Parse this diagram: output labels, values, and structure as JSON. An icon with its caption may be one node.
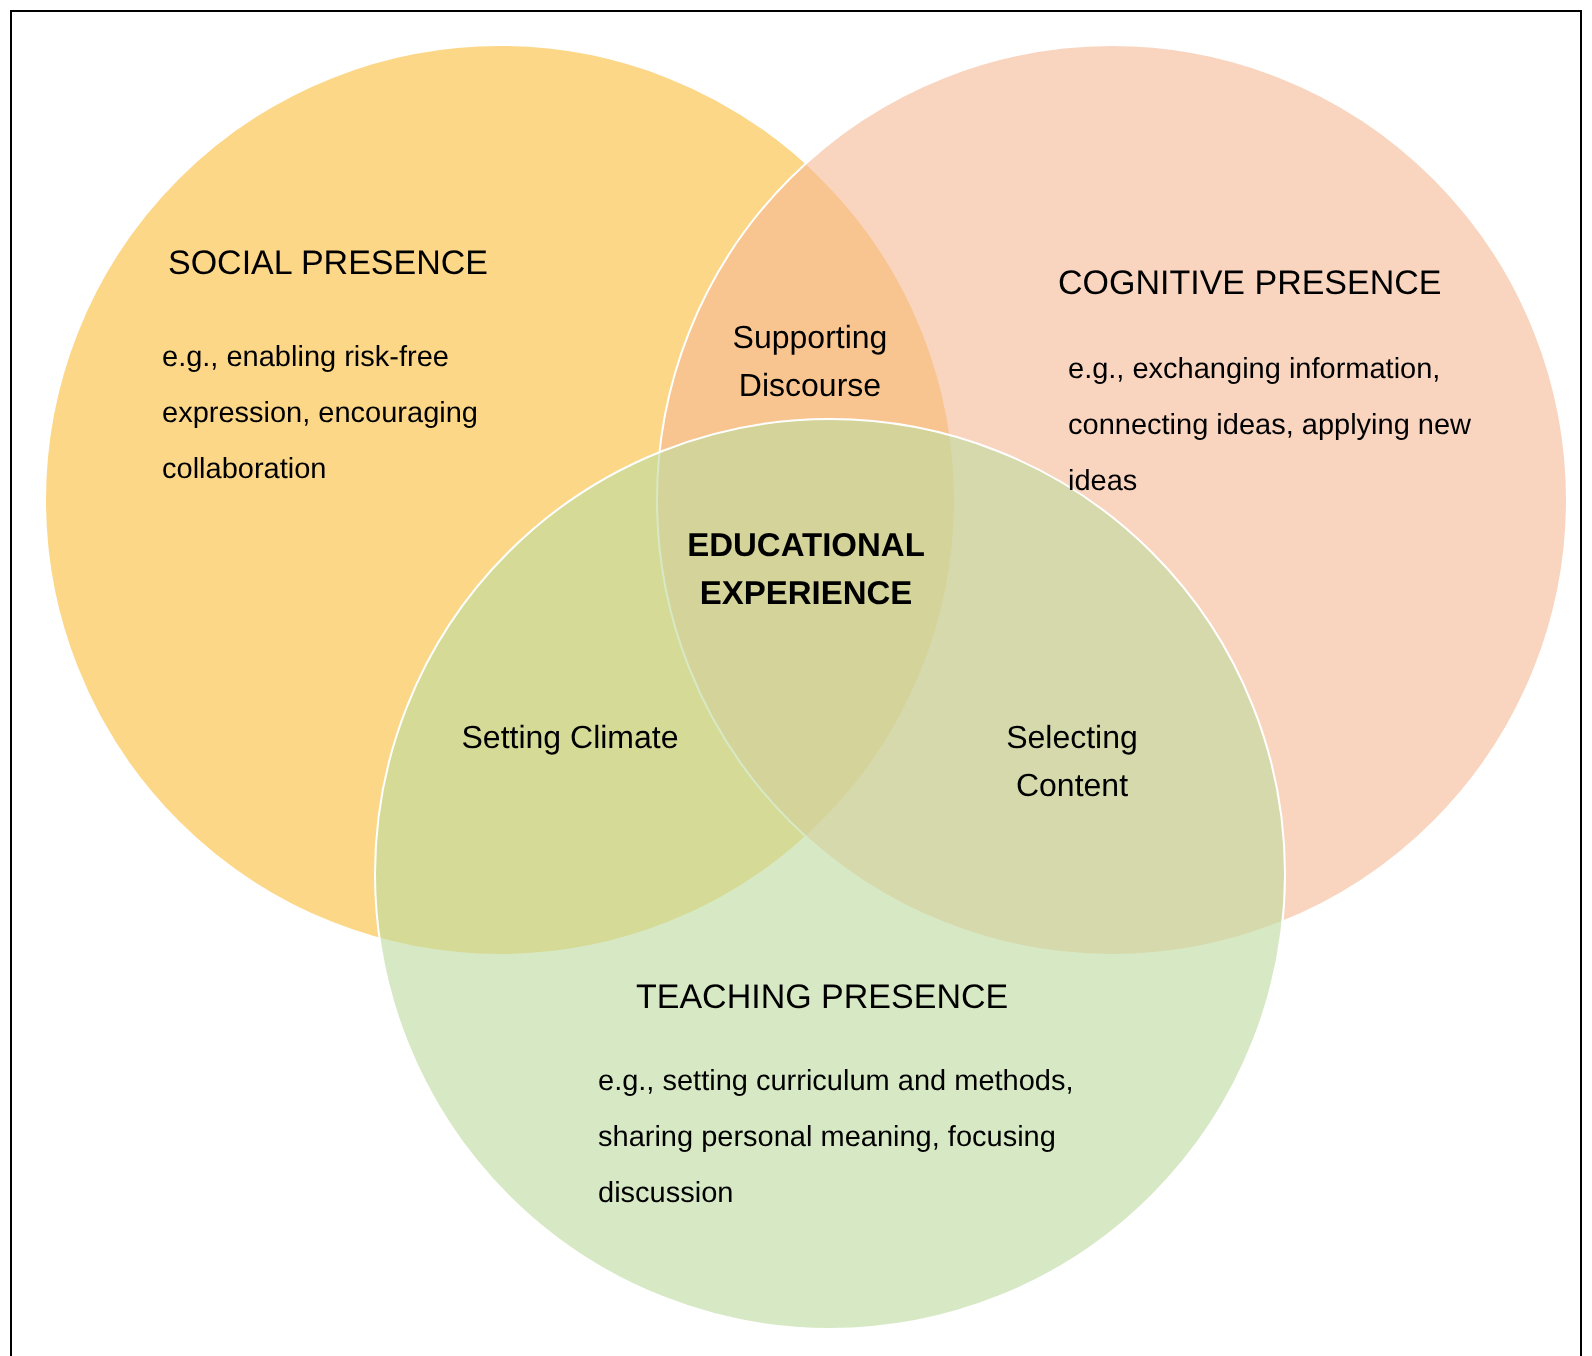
{
  "diagram": {
    "nodes": [
      {
        "text": [
          "SOCIAL PRESENCE",
          "e.g., enabling risk-free expression, encouraging collaboration"
        ]
      },
      {
        "text": [
          "COGNITIVE PRESENCE",
          "e.g., exchanging information, connecting ideas, applying new ideas"
        ]
      },
      {
        "text": [
          "TEACHING PRESENCE",
          "e.g., setting curriculum and methods, sharing personal meaning, focusing discussion"
        ]
      }
    ],
    "labels": [
      "Supporting Discourse",
      "EDUCATIONAL EXPERIENCE",
      "Setting Climate",
      "Selecting Content"
    ]
  }
}
